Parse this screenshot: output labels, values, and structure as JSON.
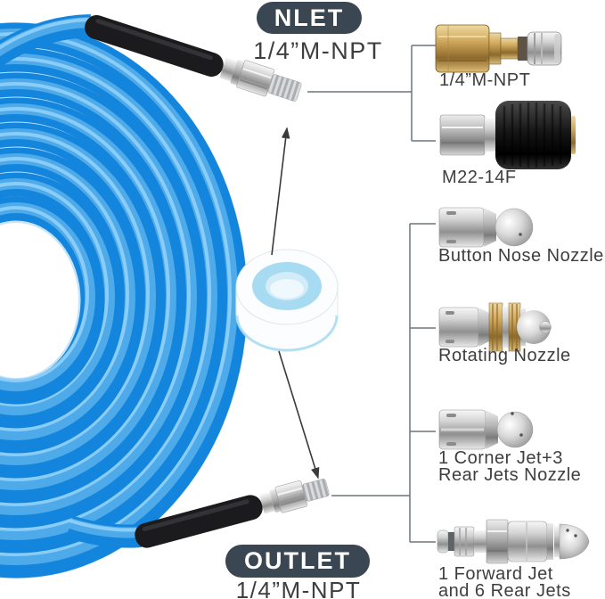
{
  "colors": {
    "badge-bg": "#3a4652",
    "badge-text": "#ffffff",
    "label-text": "#3e3e3e",
    "connector-line": "#6e757c",
    "arrow": "#3a3a3a",
    "hose-base": "#1485dc",
    "hose-dark": "#0f6cc0",
    "hose-mid": "#55aeea",
    "hose-light": "#8fd0fa",
    "hose-pale": "#c6e4f8",
    "sleeve-black": "#1b1b1d",
    "tape-white": "#fbfdfe",
    "tape-blue": "#a7dbf2",
    "tape-hole": "#d3ecf9"
  },
  "inlet": {
    "badge_label": "NLET",
    "thread_spec": "1/4”M-NPT"
  },
  "outlet": {
    "badge_label": "OUTLET",
    "thread_spec": "1/4”M-NPT"
  },
  "middle_item": "thread-seal-tape-roll",
  "accessories": [
    {
      "icon": "quick-connect-plug-image",
      "label": "1/4”M-NPT"
    },
    {
      "icon": "m22-adapter-image",
      "label": "M22-14F"
    },
    {
      "icon": "button-nose-nozzle-image",
      "label": "Button Nose Nozzle"
    },
    {
      "icon": "rotating-nozzle-image",
      "label": "Rotating Nozzle"
    },
    {
      "icon": "corner-jet-nozzle-image",
      "label": "1 Corner Jet+3",
      "label2": "Rear Jets Nozzle"
    },
    {
      "icon": "forward-jet-nozzle-image",
      "label": "1 Forward Jet",
      "label2": "and 6 Rear Jets"
    }
  ]
}
